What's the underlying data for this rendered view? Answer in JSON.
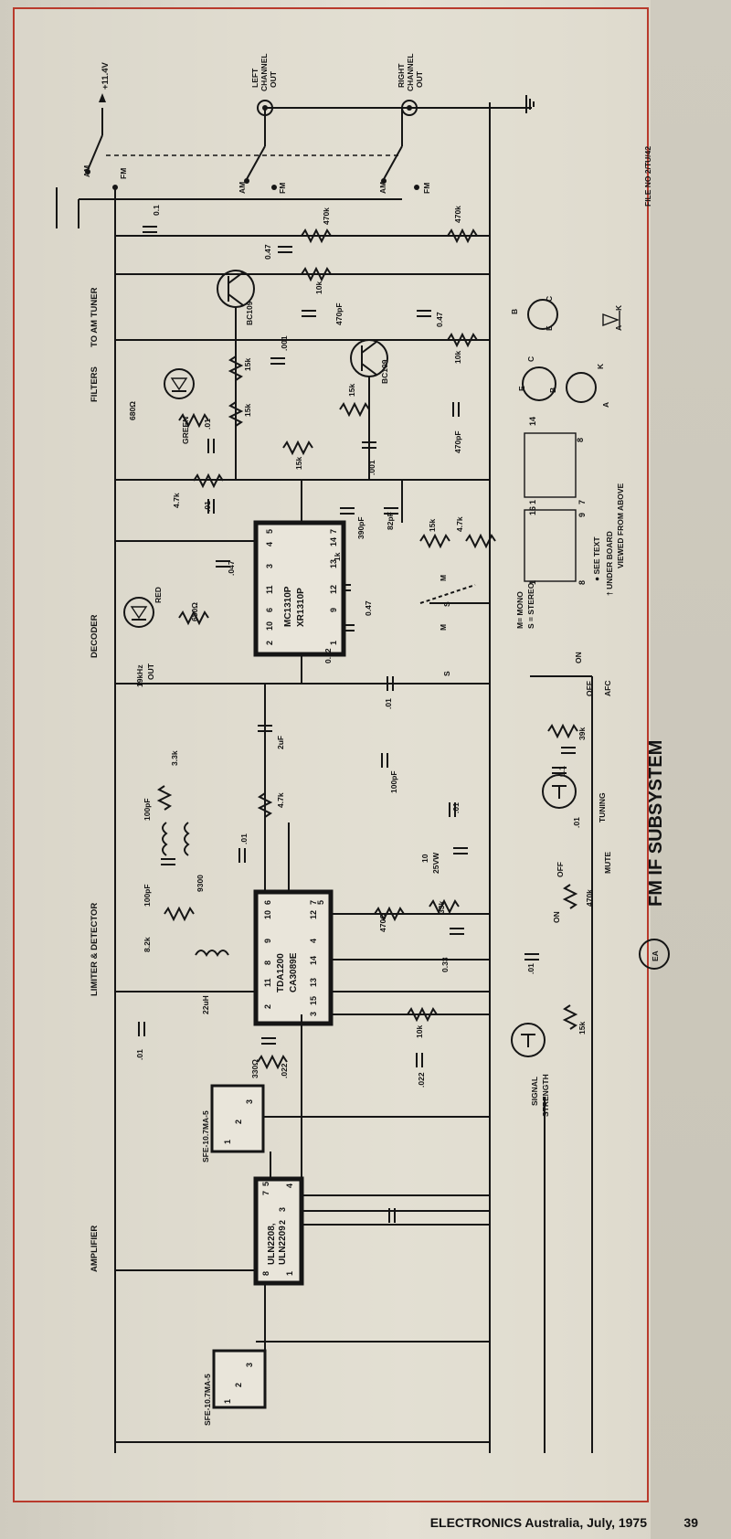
{
  "diagram": {
    "title": "FM IF SUBSYSTEM",
    "file_no": "FILE NO 2/TU/42",
    "supply": "+11.4V",
    "sections": {
      "to_am_tuner": "TO AM TUNER",
      "filters": "FILTERS",
      "decoder": "DECODER",
      "limiter": "LIMITER & DETECTOR",
      "amplifier": "AMPLIFIER"
    },
    "outputs": {
      "left": [
        "LEFT",
        "CHANNEL",
        "OUT"
      ],
      "right": [
        "RIGHT",
        "CHANNEL",
        "OUT"
      ]
    },
    "switch": {
      "am": "AM",
      "fm": "FM",
      "on": "ON",
      "off": "OFF",
      "mono": "M",
      "stereo": "S"
    },
    "legend": {
      "mono": "M= MONO",
      "stereo": "S = STEREO",
      "see_text": "● SEE TEXT",
      "under_board": "† UNDER BOARD",
      "viewed": "VIEWED FROM ABOVE"
    },
    "ics": {
      "decoder": [
        "MC1310P",
        "XR1310P"
      ],
      "limiter": [
        "TDA1200",
        "CA3089E"
      ],
      "amplifier": [
        "ULN2208,",
        "ULN2209"
      ],
      "filter": "SFE-10.7MA-5"
    },
    "transistor": "BC109",
    "leds": {
      "green": "GREEN",
      "red": "RED"
    },
    "meters": {
      "signal": [
        "SIGNAL",
        "STRENGTH"
      ],
      "tuning": "TUNING",
      "mute": "MUTE",
      "afc": "AFC"
    },
    "pilot_out": [
      "19kHz",
      "OUT"
    ],
    "values": {
      "c01": ".01",
      "c0_1": "0.1",
      "c047": ".047",
      "c047b": "0.47",
      "c022": ".022",
      "c022b": "0.22",
      "c0022": ".022",
      "c033": "0.33",
      "c001": ".001",
      "c10": "10",
      "c25vw": "25VW",
      "c2uf": "2uF",
      "c100pf": "100pF",
      "c390pf": "390pF",
      "c82pf": "82pF",
      "c470pf": "470pF",
      "r470k": "470k",
      "r10k": "10k",
      "r15k": "15k",
      "r47k": "4.7k",
      "r680": "680Ω",
      "r1k": "1k",
      "r39k": "39k",
      "r33k": "33k",
      "r470": "470Ω",
      "r82k": "8.2k",
      "r33k2": "3.3k",
      "r330": "330Ω",
      "l22uh": "22uH",
      "l9300": "9300",
      "t_c": "C",
      "t_b": "B",
      "t_e": "E",
      "d_a": "A",
      "d_k": "K"
    }
  },
  "footer": {
    "publication": "ELECTRONICS Australia, July, 1975",
    "page": "39"
  },
  "colors": {
    "border": "#b93a2c",
    "ink": "#151515",
    "paper": "#dcd8cc"
  }
}
